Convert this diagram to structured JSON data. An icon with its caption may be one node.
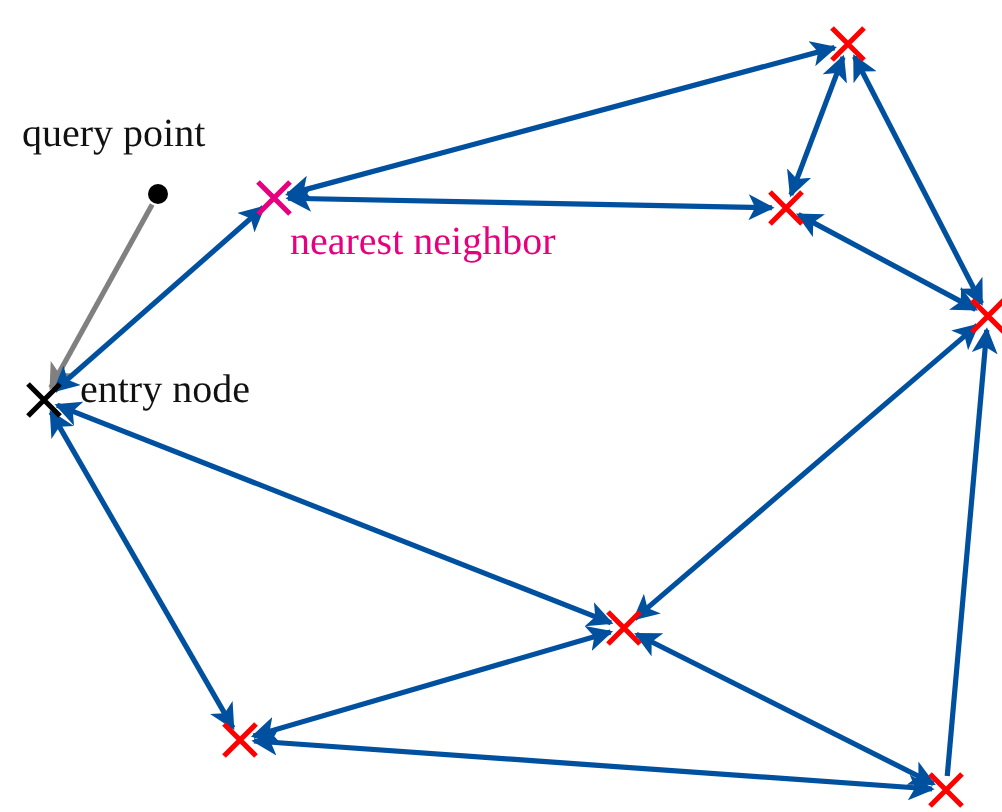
{
  "diagram": {
    "nodes": [
      {
        "text": [],
        "shape": "circle",
        "beside": [
          "query point"
        ]
      },
      {
        "text": [],
        "shape": "cross",
        "beside": [
          "entry node"
        ]
      },
      {
        "text": [],
        "shape": "cross",
        "beside": [
          "nearest neighbor"
        ]
      },
      {
        "text": [],
        "shape": "cross"
      },
      {
        "text": [],
        "shape": "cross"
      },
      {
        "text": [],
        "shape": "cross"
      },
      {
        "text": [],
        "shape": "cross"
      },
      {
        "text": [],
        "shape": "cross"
      },
      {
        "text": [],
        "shape": "cross"
      }
    ],
    "edges": [
      {
        "from": 0,
        "to": 1,
        "arrow": "to",
        "color": "#808080"
      },
      {
        "from": 1,
        "to": 2,
        "arrow": "both"
      },
      {
        "from": 2,
        "to": 3,
        "arrow": "both"
      },
      {
        "from": 2,
        "to": 4,
        "arrow": "both"
      },
      {
        "from": 3,
        "to": 4,
        "arrow": "both"
      },
      {
        "from": 3,
        "to": 5,
        "arrow": "both"
      },
      {
        "from": 4,
        "to": 5,
        "arrow": "both"
      },
      {
        "from": 5,
        "to": 6,
        "arrow": "both"
      },
      {
        "from": 8,
        "to": 5,
        "arrow": "to"
      },
      {
        "from": 1,
        "to": 6,
        "arrow": "both"
      },
      {
        "from": 1,
        "to": 7,
        "arrow": "both"
      },
      {
        "from": 6,
        "to": 7,
        "arrow": "both"
      },
      {
        "from": 6,
        "to": 8,
        "arrow": "both"
      },
      {
        "from": 7,
        "to": 8,
        "arrow": "both"
      }
    ]
  }
}
